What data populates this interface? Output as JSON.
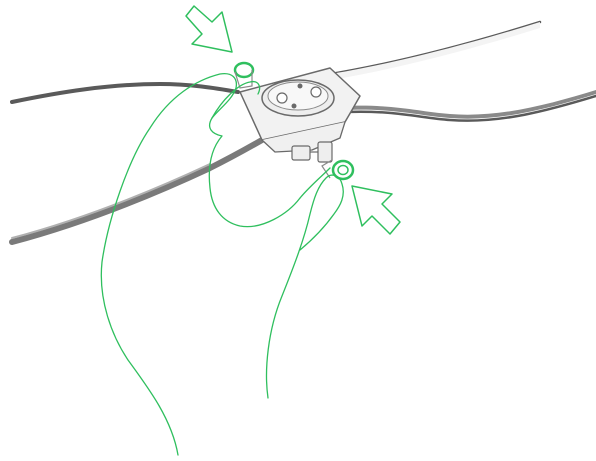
{
  "illustration": {
    "type": "line-drawing",
    "text": [],
    "colors": {
      "background": "#ffffff",
      "hand_outline": "#2fbf5e",
      "arrow_outline": "#2fbf5e",
      "button_highlight": "#2fbf5e",
      "propeller_outline": "#5a5a5a",
      "propeller_fill": "#f4f4f4",
      "propeller_shade": "#8a8a8a",
      "hub_outline": "#6a6a6a",
      "hub_fill": "#eeeeee"
    },
    "icons": [
      "propeller",
      "hub-mount",
      "left-hand",
      "right-hand",
      "push-arrow",
      "push-arrow",
      "release-button",
      "release-button"
    ]
  }
}
